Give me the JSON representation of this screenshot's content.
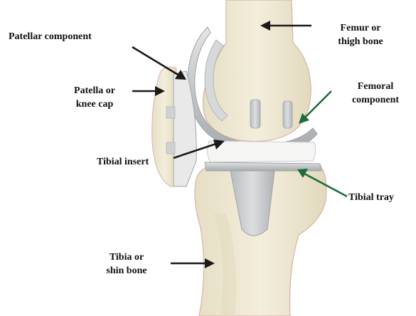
{
  "labels": {
    "patellar_component": "Patellar component",
    "femur": {
      "line1": "Femur or",
      "line2": "thigh bone"
    },
    "patella": {
      "line1": "Patella or",
      "line2": "knee cap"
    },
    "femoral_component": {
      "line1": "Femoral",
      "line2": "component"
    },
    "tibial_insert": "Tibial insert",
    "tibial_tray": "Tibial tray",
    "tibia": {
      "line1": "Tibia or",
      "line2": "shin bone"
    }
  },
  "colors": {
    "bone": "#efe8d0",
    "bone_shadow": "#ddd4b8",
    "bone_outline": "#d9b2a6",
    "metal": "#c9cbcd",
    "metal_dark": "#9fa2a4",
    "insert": "#f4f4f2",
    "arrow_dark": "#1a1a1a",
    "arrow_green": "#1f6b3a",
    "label_text": "#111111"
  }
}
